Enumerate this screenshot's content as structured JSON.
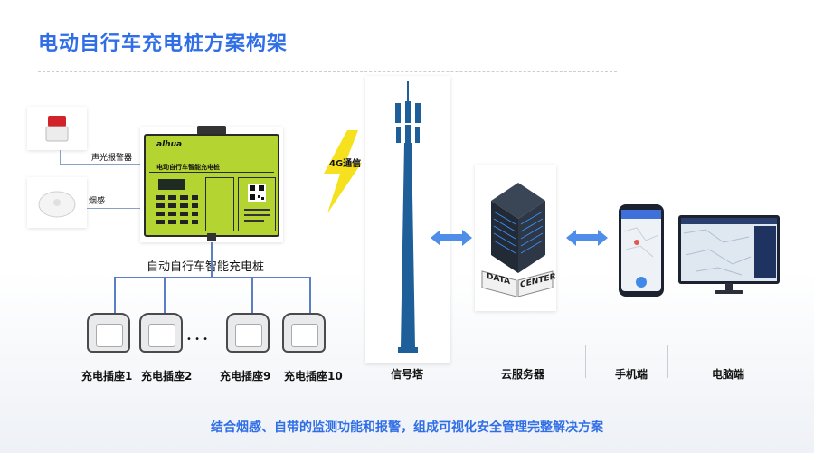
{
  "title": "电动自行车充电桩方案构架",
  "labels": {
    "alarm": "声光报警器",
    "smoke": "烟感",
    "comm": "4G通信",
    "charger": "自动自行车智能充电桩",
    "tower": "信号塔",
    "server": "云服务器",
    "mobile": "手机端",
    "pc": "电脑端"
  },
  "device": {
    "brand": "alhua",
    "panel_title": "电动自行车智能充电桩"
  },
  "datacenter": {
    "line1": "DATA",
    "line2": "CENTER"
  },
  "sockets": [
    {
      "label": "充电插座1"
    },
    {
      "label": "充电插座2"
    },
    {
      "label": "充电插座9"
    },
    {
      "label": "充电插座10"
    }
  ],
  "ellipsis": "• • •",
  "footer": "结合烟感、自带的监测功能和报警，组成可视化安全管理完整解决方案",
  "colors": {
    "title": "#2f6ee6",
    "device": "#b4d432",
    "arrow": "#4f8ee8",
    "bolt": "#f5e11d",
    "tower": "#1e5f9a"
  }
}
